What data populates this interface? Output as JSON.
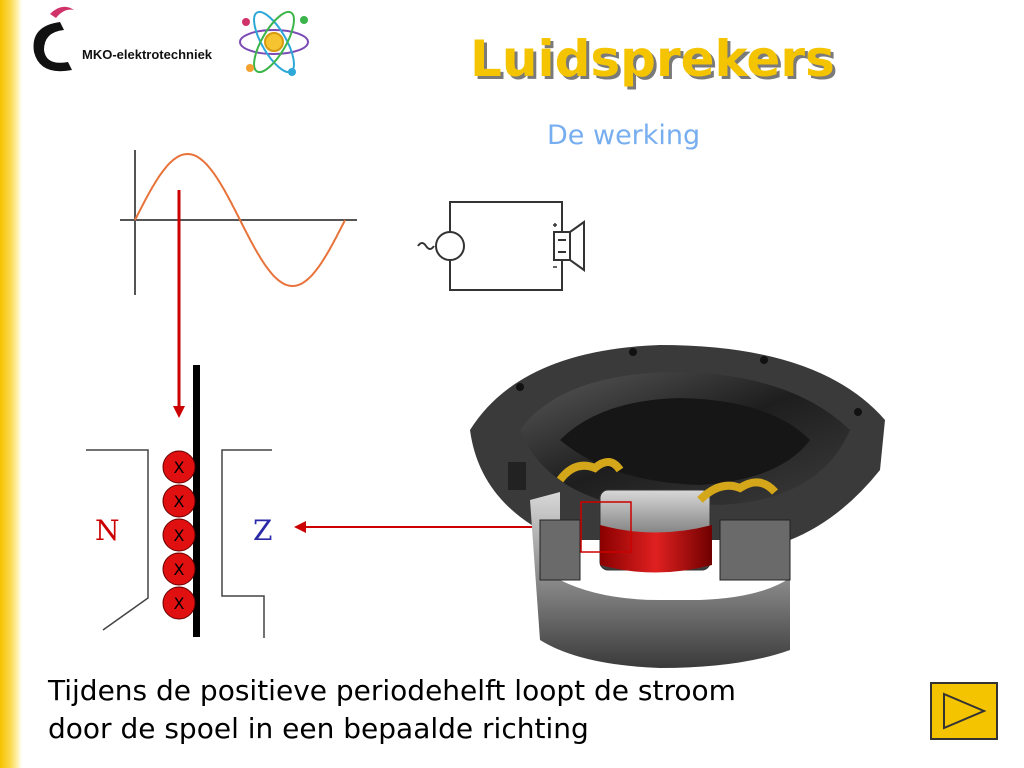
{
  "header": {
    "logo_text": "MKO-elektrotechniek",
    "title": "Luidsprekers",
    "subtitle": "De werking"
  },
  "magnet": {
    "north_label": "N",
    "south_label": "Z",
    "coil_markers": [
      "X",
      "X",
      "X",
      "X",
      "X"
    ]
  },
  "caption": {
    "line1": "Tijdens de positieve periodehelft loopt de stroom",
    "line2": "door de spoel in een bepaalde richting"
  },
  "navigation": {
    "next_icon": "play-triangle-icon"
  },
  "colors": {
    "accent_yellow": "#f5c400",
    "sine_orange": "#e8733a",
    "arrow_red": "#cc0000",
    "north_red": "#cc0000",
    "south_blue": "#2a2aa8",
    "subtitle_blue": "#77aef0"
  }
}
